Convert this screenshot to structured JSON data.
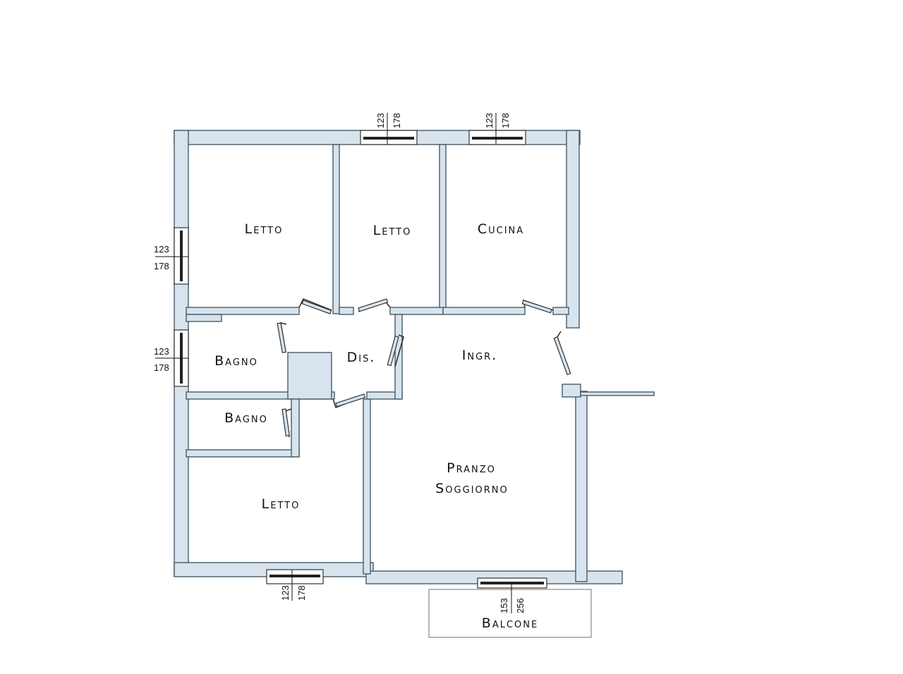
{
  "rooms": {
    "letto_nw": "Letto",
    "letto_n": "Letto",
    "cucina": "Cucina",
    "bagno_1": "Bagno",
    "dis": "Dis.",
    "ingr": "Ingr.",
    "bagno_2": "Bagno",
    "letto_sw": "Letto",
    "pranzo": "Pranzo",
    "soggiorno": "Soggiorno",
    "balcone": "Balcone"
  },
  "windows": {
    "top_1": {
      "height": "123",
      "width": "178"
    },
    "top_2": {
      "height": "123",
      "width": "178"
    },
    "left_1": {
      "height": "123",
      "width": "178"
    },
    "left_2": {
      "height": "123",
      "width": "178"
    },
    "bottom_1": {
      "height": "123",
      "width": "178"
    },
    "bottom_2": {
      "height": "153",
      "width": "256"
    }
  }
}
